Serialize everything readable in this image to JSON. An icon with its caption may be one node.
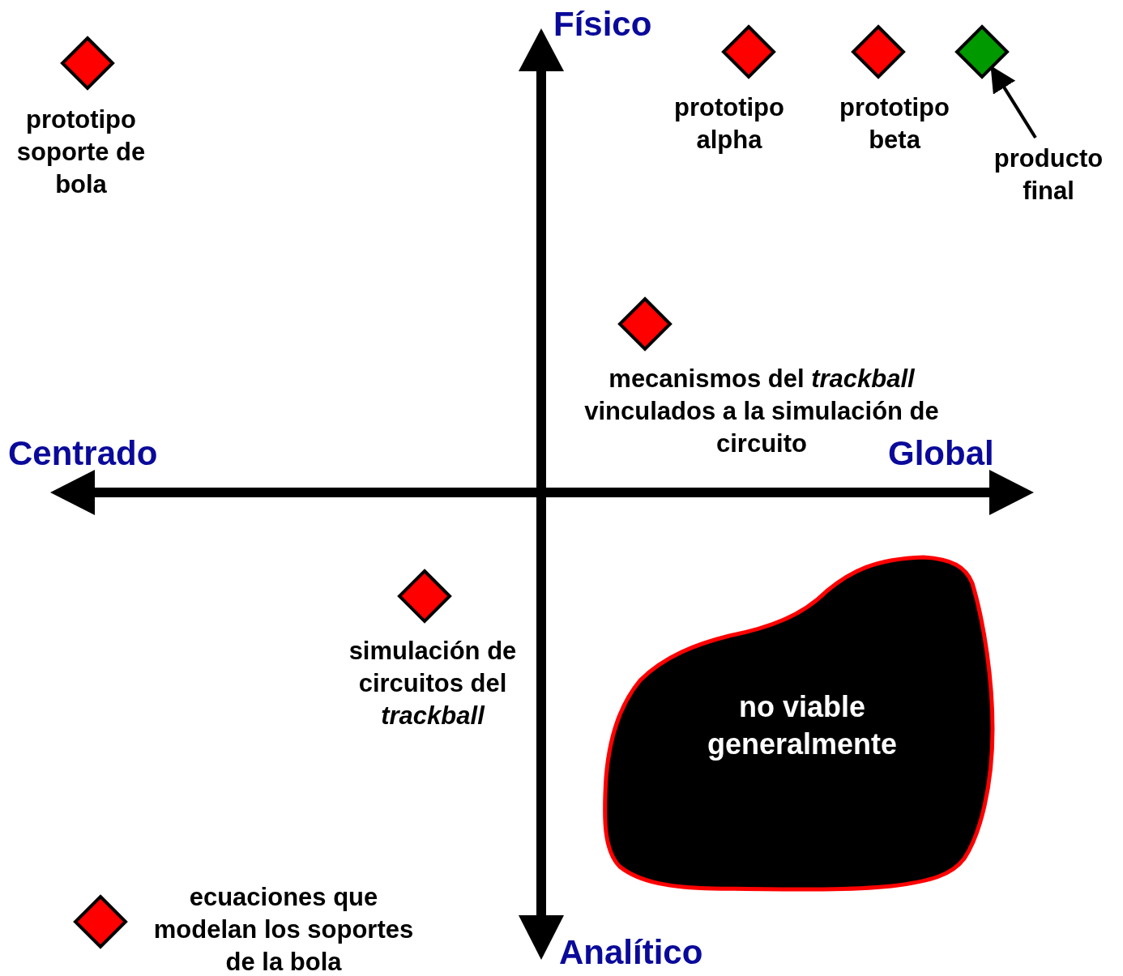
{
  "diagram": {
    "nodes": [
      {
        "text": [],
        "shape": "diamond",
        "beside": [
          "prototipo soporte de bola"
        ]
      },
      {
        "text": [],
        "shape": "diamond",
        "beside": [
          "prototipo alpha"
        ]
      },
      {
        "text": [],
        "shape": "diamond",
        "beside": [
          "prototipo beta"
        ]
      },
      {
        "text": [],
        "shape": "diamond"
      },
      {
        "text": [
          "producto final"
        ]
      },
      {
        "text": [],
        "shape": "diamond",
        "beside": [
          "mecanismos del *trackball* vinculados a la simulación de circuito"
        ]
      },
      {
        "text": [],
        "shape": "diamond",
        "beside": [
          "simulación de circuitos del *trackball*"
        ]
      },
      {
        "text": [
          "no viable generalmente"
        ]
      },
      {
        "text": [],
        "shape": "diamond",
        "beside": [
          "ecuaciones que modelan los soportes de la bola"
        ]
      }
    ],
    "edges": [
      {
        "from": 4,
        "to": 3,
        "arrow": "to"
      }
    ],
    "labels": [
      "Físico",
      "Centrado",
      "Global",
      "Analítico"
    ]
  }
}
